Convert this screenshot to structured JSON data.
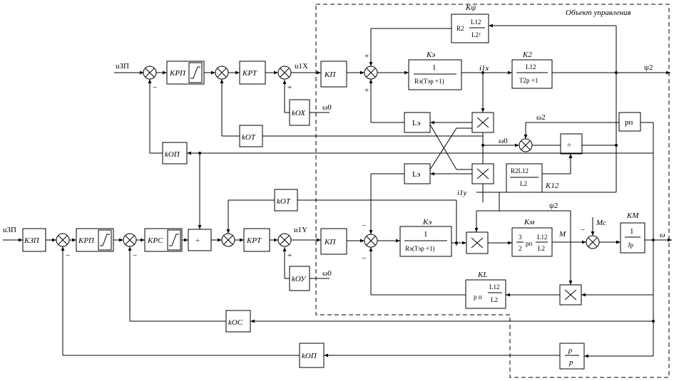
{
  "boundary_label": "Объект управления",
  "signals": {
    "u_zp_top": "uЗП",
    "u_zp_bottom": "uЗП",
    "u1x": "u1X",
    "u1y": "u1Y",
    "omega0_top": "ω0",
    "omega0_bottom": "ω0",
    "omega0_mid": "ω0",
    "omega2": "ω2",
    "psi2_out": "ψ2",
    "psi2_mid": "ψ2",
    "i1x": "i1x",
    "i1y": "i1y",
    "M": "M",
    "Mc": "Mc",
    "omega_out": "ω"
  },
  "gain_labels": {
    "K_psi": "Kψ",
    "K_e_top": "Kэ",
    "K2": "K2",
    "K_e_bottom": "Kэ",
    "K_m": "Kм",
    "K_M": "KM",
    "K_L": "KL",
    "K12": "K12"
  },
  "blocks": {
    "k_rp": "KРП",
    "k_rt_top": "KРТ",
    "k_p_top": "KП",
    "k_ox": "kОХ",
    "k_ot_top": "kОТ",
    "k_op": "kОП",
    "k_zp": "KЗП",
    "k_rp_bottom": "KРП",
    "k_rc": "KРС",
    "k_ot_bottom": "kОТ",
    "k_rt_bottom": "KРТ",
    "k_p_bottom": "KП",
    "k_oy": "kОУ",
    "k_oc": "kОС",
    "k_op_bottom": "kОП",
    "L_e_top": "Lэ",
    "L_e_bottom": "Lэ",
    "p_n": "pп",
    "divide": "÷",
    "multiply": "×"
  },
  "transfer": {
    "one": "1",
    "re_te_top": "Rэ(Tэp +1)",
    "re_te_bottom": "Rэ(Tэp +1)",
    "L12": "L12",
    "T2p1": "T2p +1",
    "R2": "R2",
    "L2sq": "L2²",
    "R2L12": "R2L12",
    "L2": "L2",
    "three_half": "3",
    "two": "2",
    "pn": "pп",
    "Jp": "Jp",
    "pn_L": "p п",
    "rho": "ρ",
    "p": "p"
  },
  "signs": {
    "minus": "−",
    "plus": "+"
  }
}
